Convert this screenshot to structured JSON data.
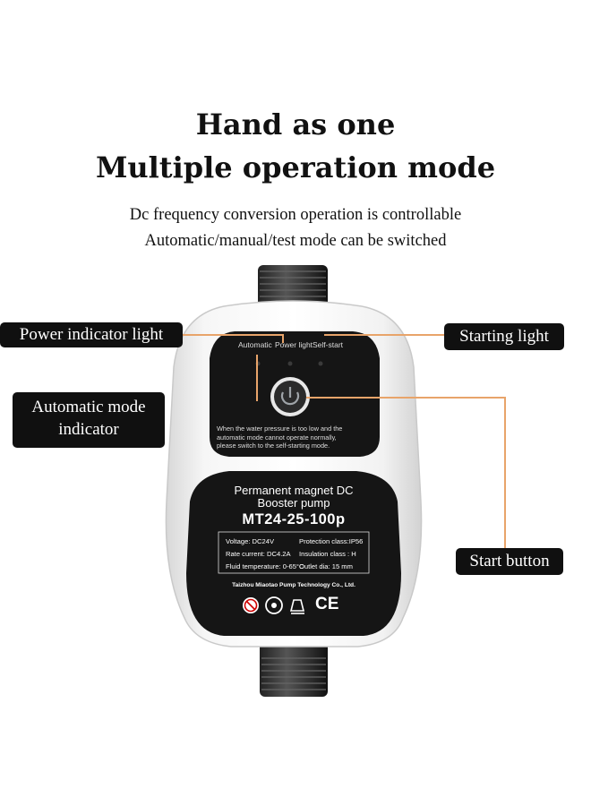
{
  "heading": {
    "line1": "Hand as one",
    "line2": "Multiple operation mode"
  },
  "subheading": {
    "line1": "Dc frequency conversion operation is controllable",
    "line2": "Automatic/manual/test mode can be switched"
  },
  "callouts": {
    "power_indicator": "Power indicator light",
    "starting_light": "Starting light",
    "automatic_mode_line1": "Automatic mode",
    "automatic_mode_line2": "indicator",
    "start_button": "Start button"
  },
  "panel": {
    "indicator_automatic": "Automatic",
    "indicator_power": "Power light",
    "indicator_selfstart": "Self-start",
    "note_line1": "When the water pressure is too low and the",
    "note_line2": "automatic mode cannot operate normally,",
    "note_line3": "please switch to the self-starting mode."
  },
  "nameplate": {
    "title_line1": "Permanent magnet DC",
    "title_line2": "Booster pump",
    "model": "MT24-25-100p",
    "spec_voltage": "Voltage: DC24V",
    "spec_protection": "Protection class:IP56",
    "spec_current": "Rate current: DC4.2A",
    "spec_insulation": "Insulation class :  H",
    "spec_fluid": "Fluid temperature: 0-65°C",
    "spec_outlet": "Outlet dia: 15 mm",
    "manufacturer": "Taizhou Miaotao Pump Technology Co., Ltd.",
    "ce_mark": "CE"
  },
  "colors": {
    "leader_line": "#e8a46a",
    "label_bg": "#101010",
    "pump_body": "#f4f4f4",
    "panel": "#151515"
  }
}
